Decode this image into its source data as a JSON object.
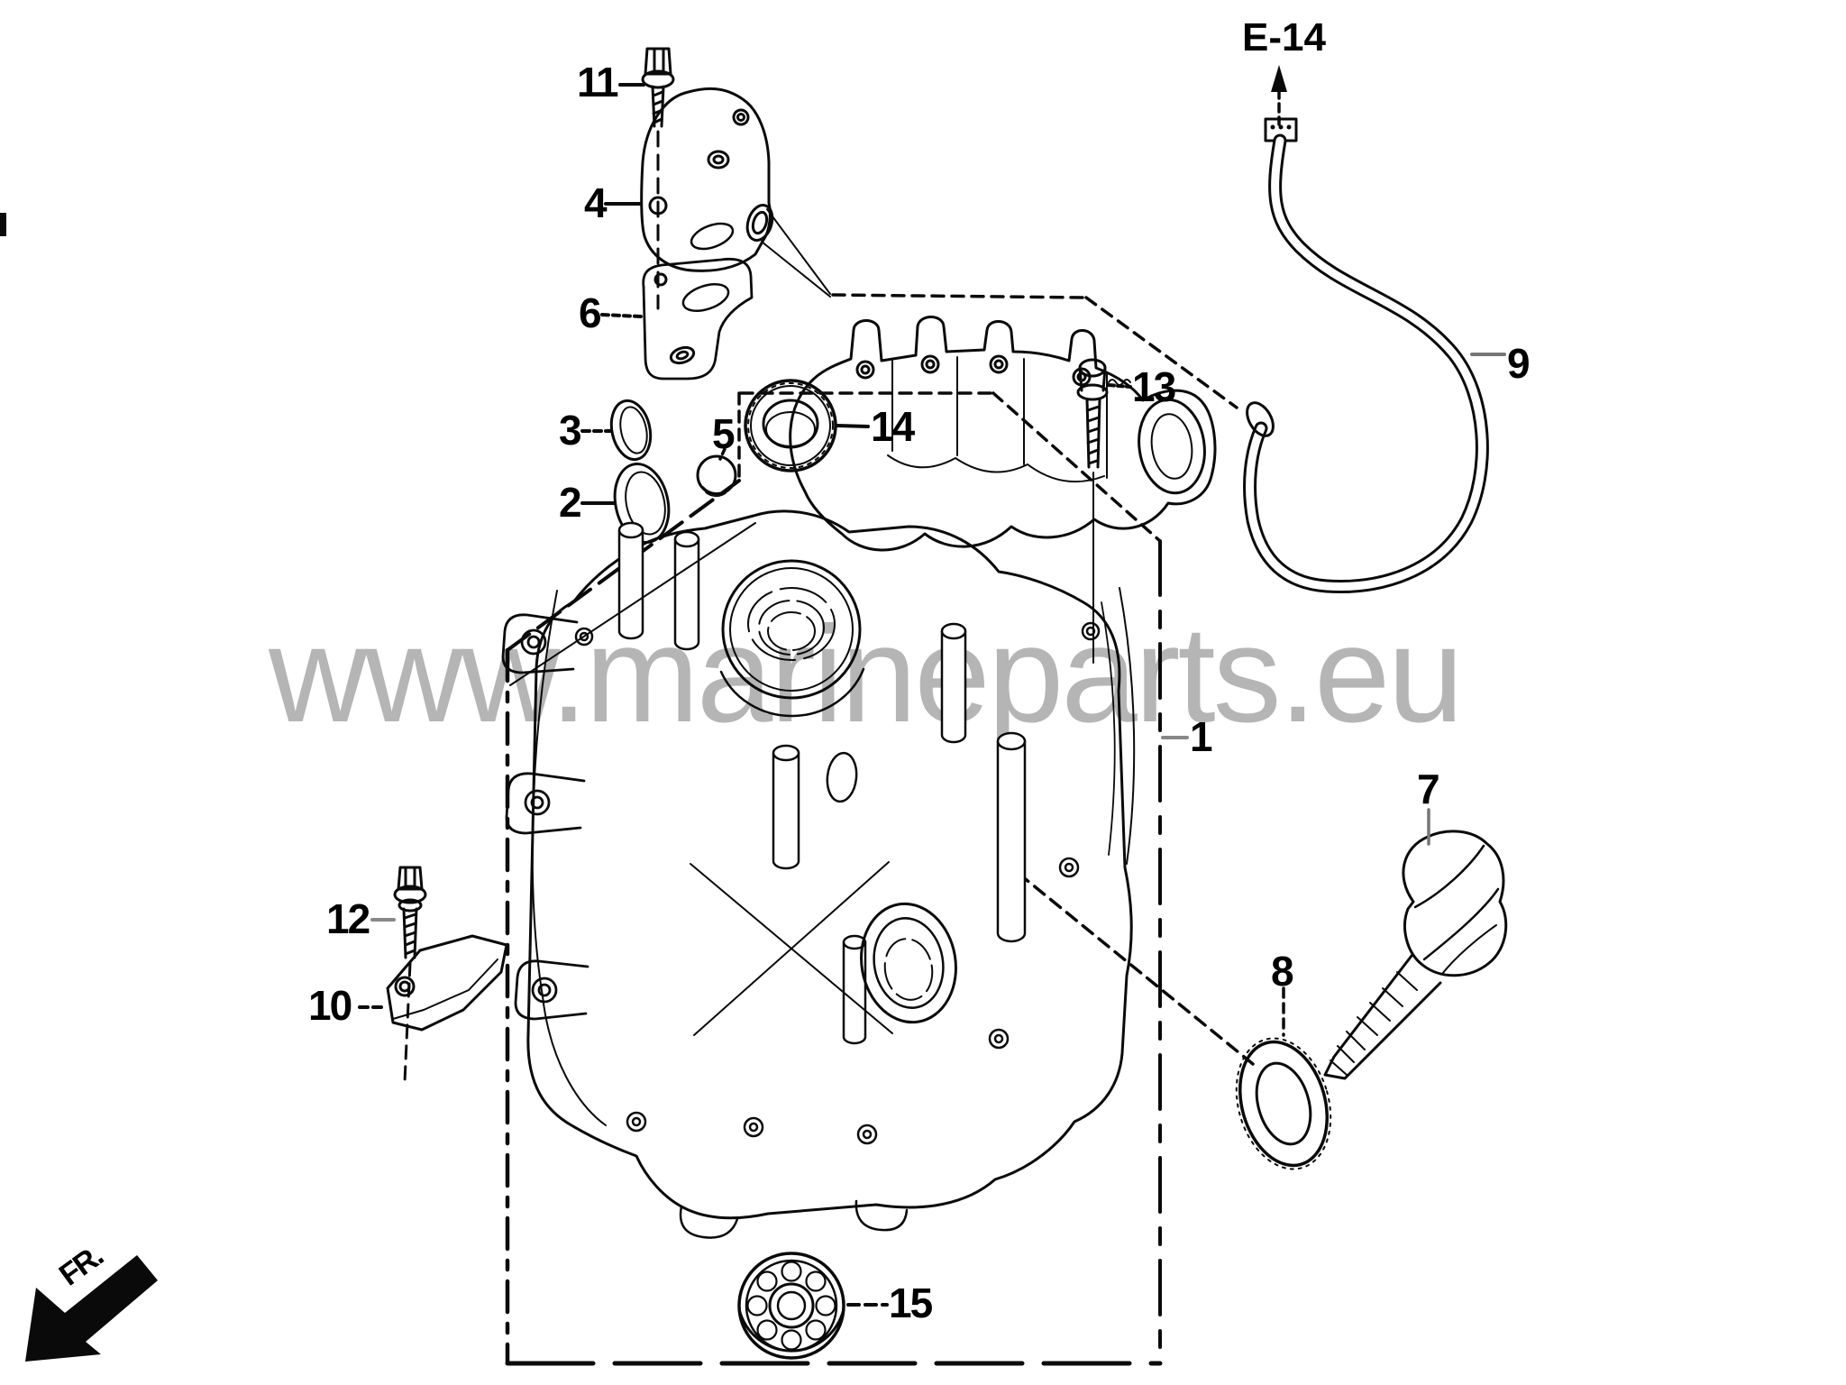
{
  "diagram": {
    "type": "exploded-parts-diagram",
    "watermark": "www.marineparts.eu",
    "reference_label": "E-14",
    "orientation_label": "FR.",
    "line_color": "#000000",
    "watermark_color": "#b5b5b5",
    "part_labels": {
      "1": "1",
      "2": "2",
      "3": "3",
      "4": "4",
      "5": "5",
      "6": "6",
      "7": "7",
      "8": "8",
      "9": "9",
      "10": "10",
      "11": "11",
      "12": "12",
      "13": "13",
      "14": "14",
      "15": "15"
    }
  }
}
